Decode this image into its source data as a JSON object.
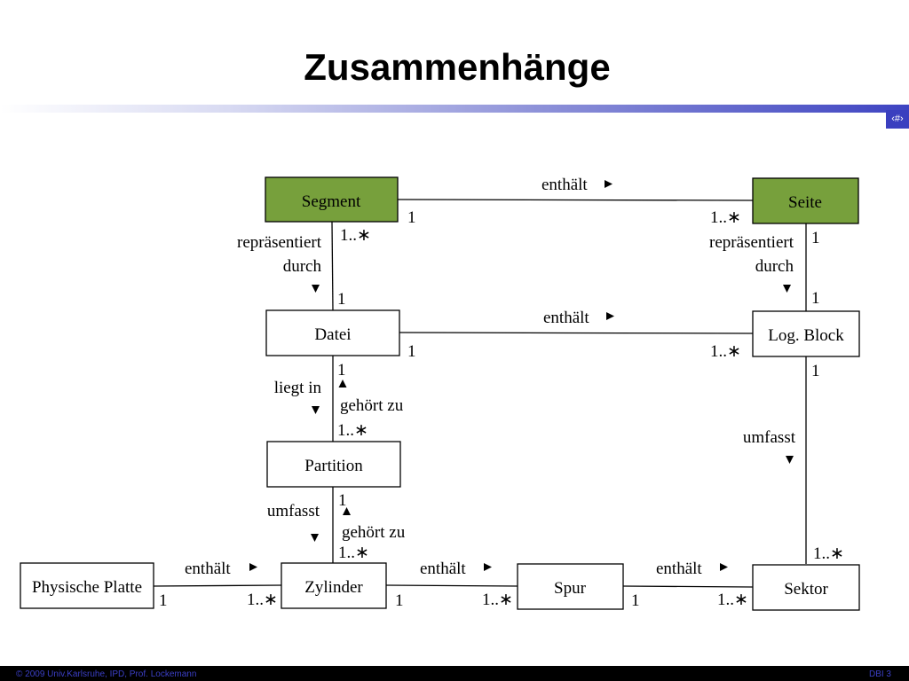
{
  "slide": {
    "title": "Zusammenhänge",
    "number": "‹#›",
    "footer_left": "© 2009 Univ.Karlsruhe, IPD, Prof. Lockemann",
    "footer_right": "DBI 3"
  },
  "colors": {
    "highlight_box": "#77a03c",
    "accent": "#3a3fbf"
  },
  "entities": {
    "segment": "Segment",
    "seite": "Seite",
    "datei": "Datei",
    "log_block": "Log. Block",
    "partition": "Partition",
    "physische_platte": "Physische Platte",
    "zylinder": "Zylinder",
    "spur": "Spur",
    "sektor": "Sektor"
  },
  "relations": {
    "segment_seite": {
      "label": "enthält",
      "mult_left": "1",
      "mult_right": "1..∗"
    },
    "segment_datei": {
      "label_line1": "repräsentiert",
      "label_line2": "durch",
      "mult_top": "1..∗",
      "mult_bottom": "1"
    },
    "seite_logblock": {
      "label_line1": "repräsentiert",
      "label_line2": "durch",
      "mult_top": "1",
      "mult_bottom": "1"
    },
    "datei_logblock": {
      "label": "enthält",
      "mult_left": "1",
      "mult_right": "1..∗"
    },
    "datei_partition": {
      "label_left": "liegt in",
      "label_right": "gehört zu",
      "mult_top": "1",
      "mult_bottom": "1..∗"
    },
    "logblock_sektor": {
      "label": "umfasst",
      "mult_top": "1",
      "mult_bottom": "1..∗"
    },
    "partition_zylinder": {
      "label_left": "umfasst",
      "label_right": "gehört zu",
      "mult_top": "1",
      "mult_bottom": "1..∗"
    },
    "platte_zylinder": {
      "label": "enthält",
      "mult_left": "1",
      "mult_right": "1..∗"
    },
    "zylinder_spur": {
      "label": "enthält",
      "mult_left": "1",
      "mult_right": "1..∗"
    },
    "spur_sektor": {
      "label": "enthält",
      "mult_left": "1",
      "mult_right": "1..∗"
    }
  }
}
